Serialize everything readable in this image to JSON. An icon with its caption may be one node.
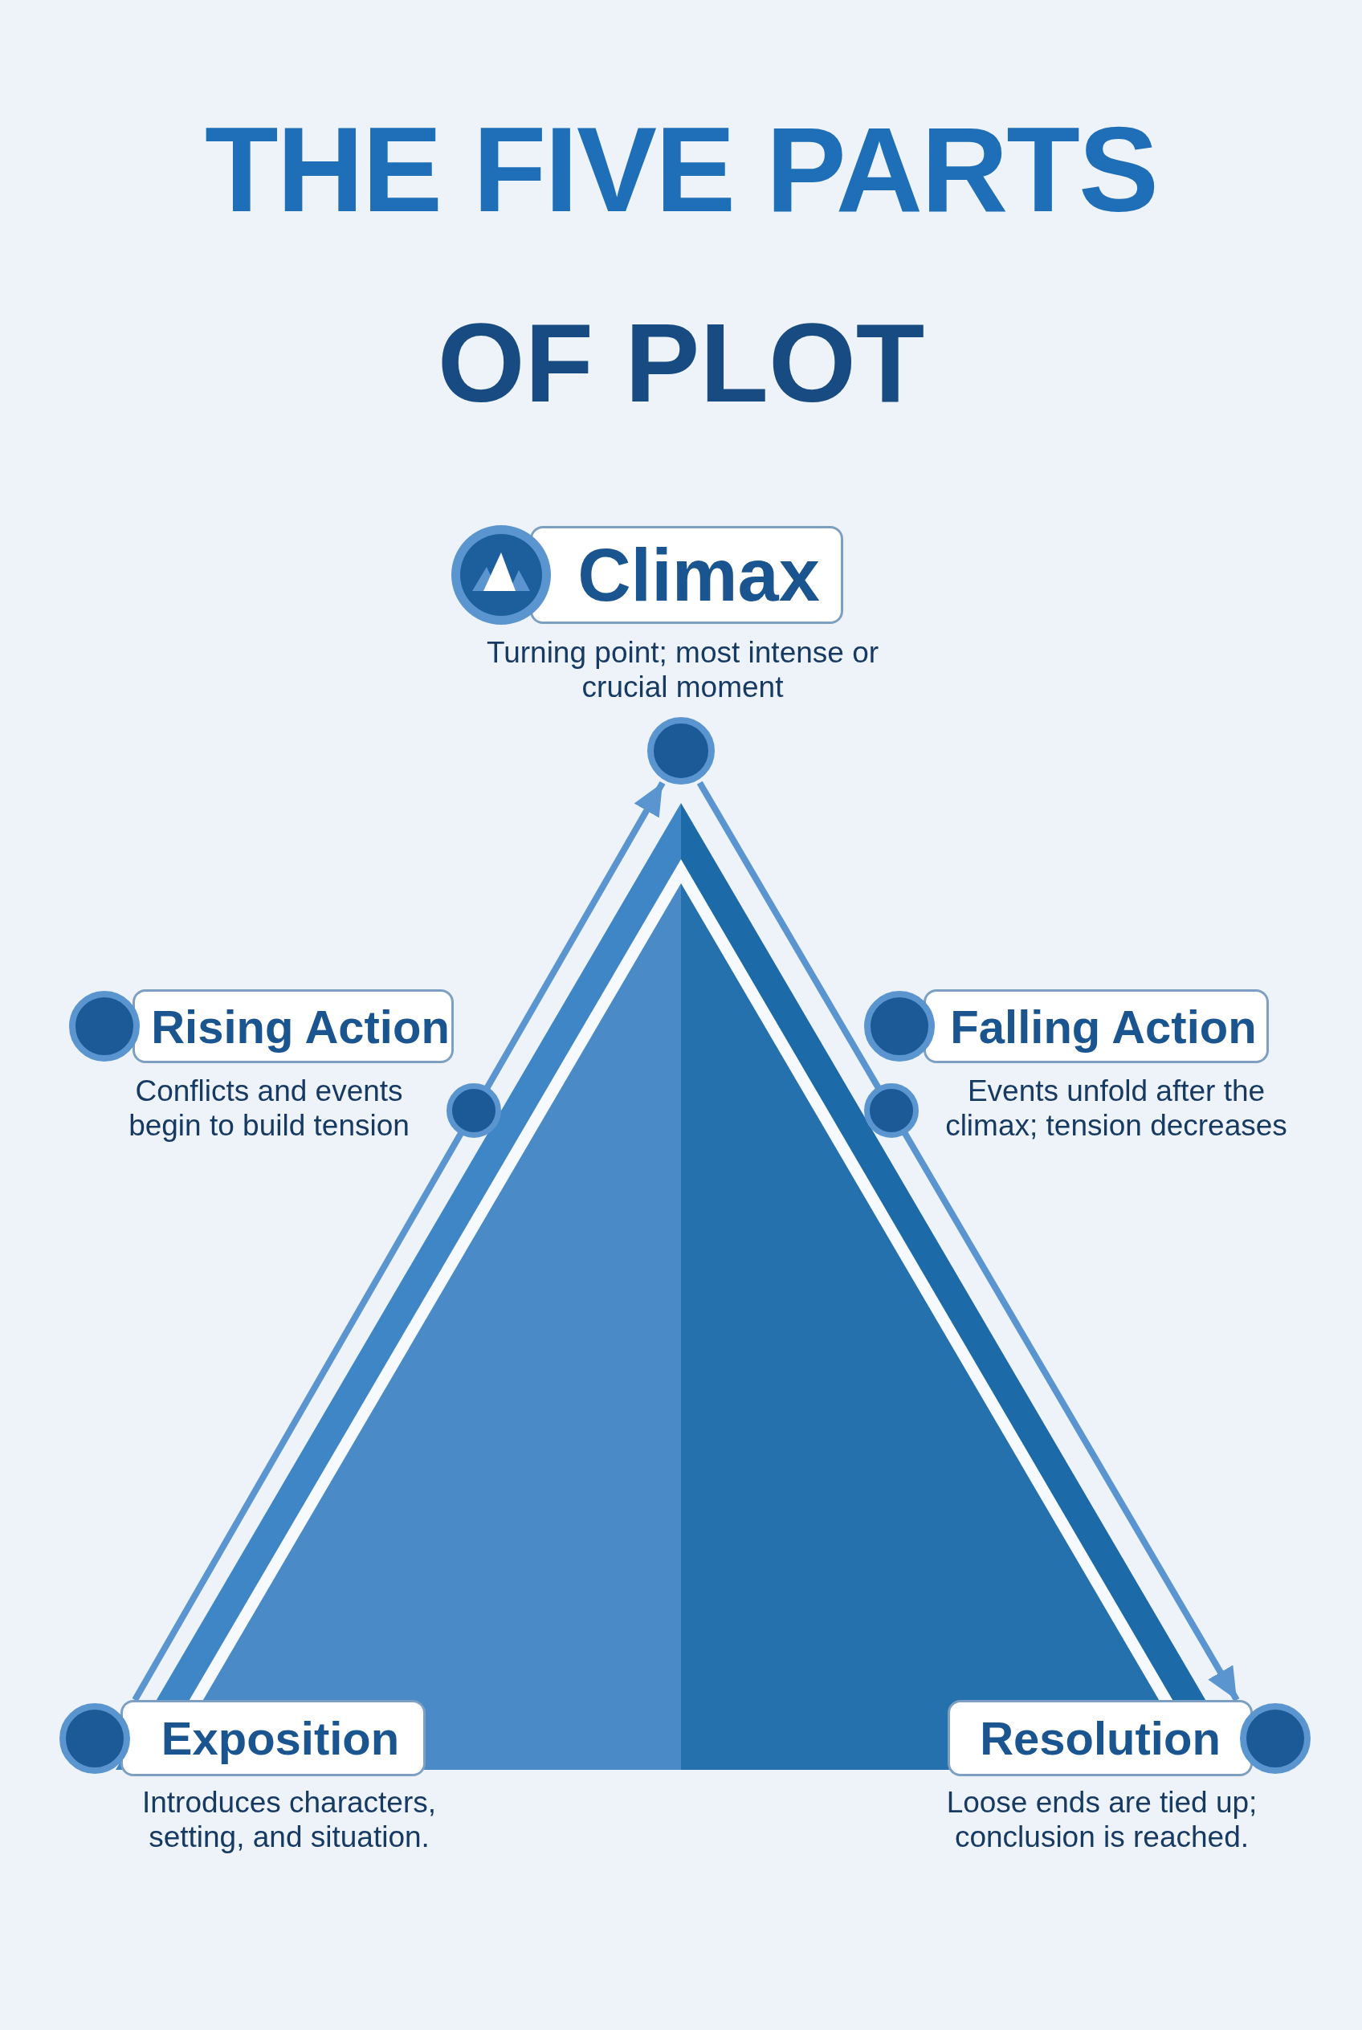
{
  "diagram": {
    "title": "THE FIVE PARTS OF PLOT",
    "nodes": [
      {
        "text": [
          "Climax"
        ],
        "beside": [
          "Turning point; most intense or crucial moment"
        ]
      },
      {
        "text": [],
        "shape": "circle"
      },
      {
        "text": [
          "Rising Action"
        ],
        "beside": [
          "Conflicts and events begin to build tension"
        ]
      },
      {
        "text": [
          "Falling Action"
        ],
        "beside": [
          "Events unfold after the climax; tension decreases"
        ]
      },
      {
        "text": [
          "Exposition"
        ],
        "beside": [
          "Introduces characters, setting, and situation."
        ]
      },
      {
        "text": [
          "Resolution"
        ],
        "beside": [
          "Loose ends are tied up; conclusion is reached."
        ]
      }
    ],
    "edges": [
      {
        "from": 4,
        "to": 1,
        "arrow": "to"
      },
      {
        "from": 1,
        "to": 5,
        "arrow": "to"
      }
    ]
  }
}
